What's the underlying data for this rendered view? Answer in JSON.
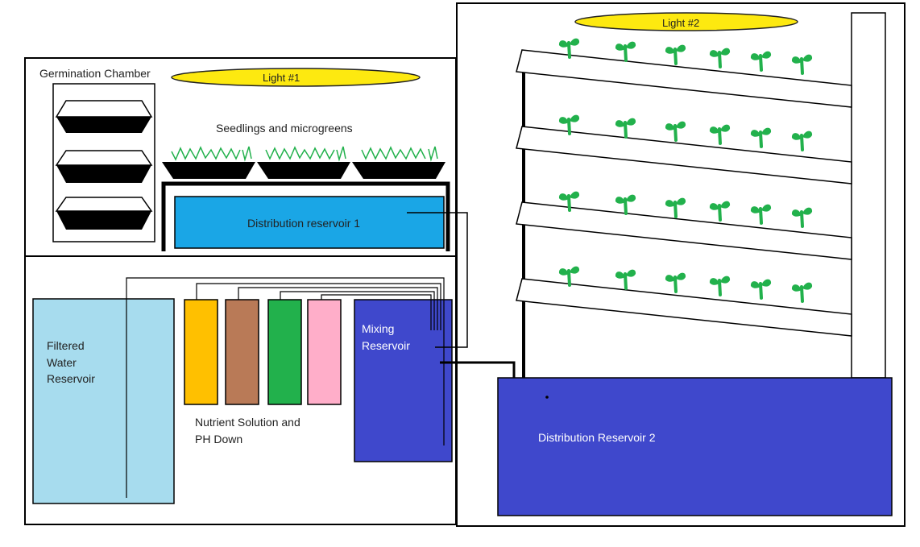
{
  "labels": {
    "light1": "Light #1",
    "light2": "Light #2",
    "germination": "Germination Chamber",
    "seedlings": "Seedlings and microgreens",
    "dist_reservoir_1": "Distribution reservoir 1",
    "filtered_water_lines": [
      "Filtered",
      "Water",
      "Reservoir"
    ],
    "nutrient_lines": [
      "Nutrient Solution and",
      "PH Down"
    ],
    "mixing_lines": [
      "Mixing",
      "Reservoir"
    ],
    "dist_reservoir_2": "Distribution Reservoir 2"
  },
  "colors": {
    "light": "#fde910",
    "dist_reservoir_1": "#1aa6e6",
    "filtered_water": "#a7dcee",
    "nutrient_yellow": "#ffc000",
    "nutrient_brown": "#b97a57",
    "nutrient_green": "#22b14c",
    "nutrient_pink": "#ffaec9",
    "mixing": "#3f48cc",
    "dist_reservoir_2": "#3f48cc",
    "plant": "#22b14c",
    "outline": "#000000"
  },
  "icons": {
    "tray": "seed-tray-icon",
    "plant": "plant-sprout-icon"
  }
}
